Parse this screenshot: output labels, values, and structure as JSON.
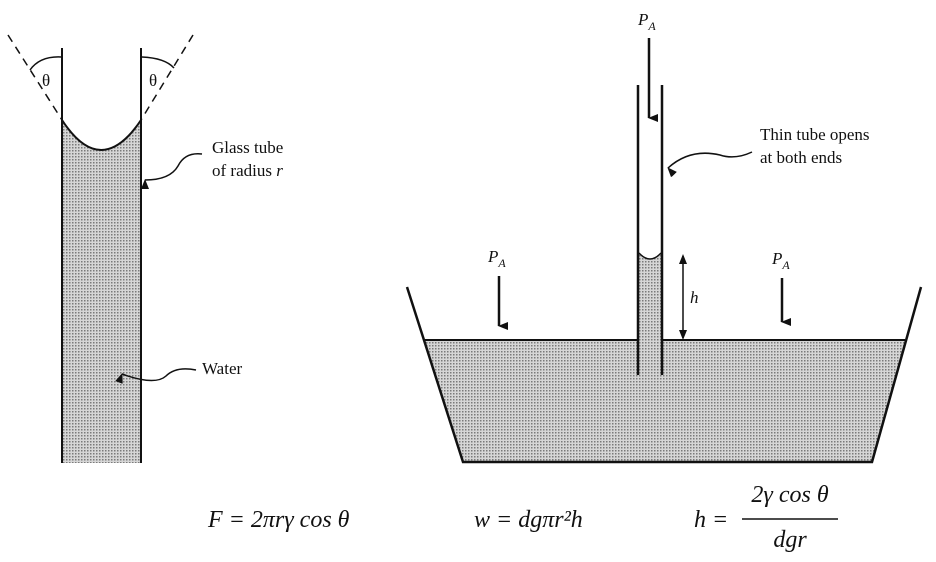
{
  "left_figure": {
    "angle_symbol": "θ",
    "tube_label_line1": "Glass tube",
    "tube_label_line2": "of radius",
    "tube_label_var": "r",
    "water_label": "Water"
  },
  "right_figure": {
    "pressure_label": "P",
    "pressure_subscript": "A",
    "tube_label_line1": "Thin tube opens",
    "tube_label_line2": "at both ends",
    "height_label": "h"
  },
  "equations": {
    "force": "F = 2πrγ cos θ",
    "weight": "w = dgπr²h",
    "height_lhs": "h =",
    "height_numerator": "2γ cos θ",
    "height_denominator": "dgr"
  },
  "colors": {
    "ink": "#111111",
    "fill": "#b8b8b8"
  }
}
